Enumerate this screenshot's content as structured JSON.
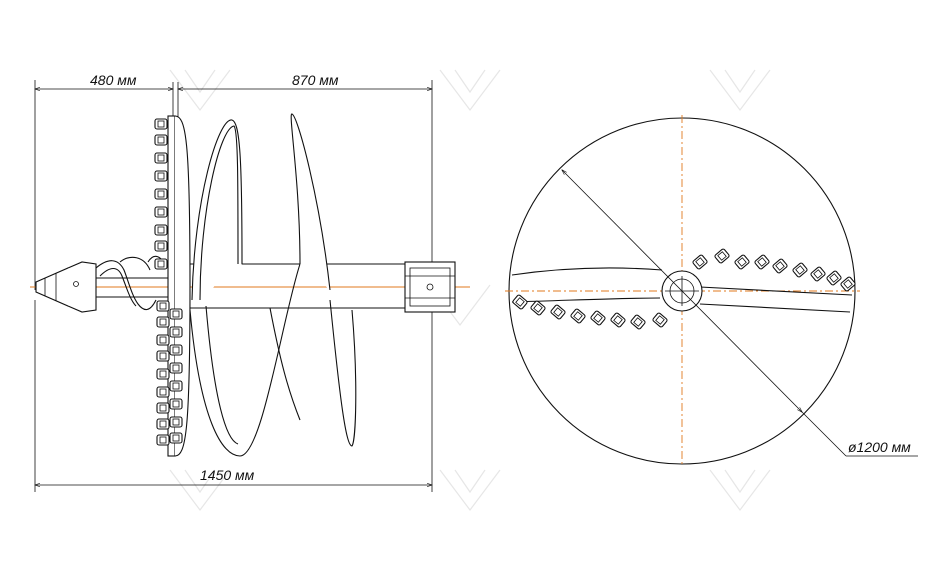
{
  "drawing": {
    "dim_left_width": "480 мм",
    "dim_right_width": "870 мм",
    "dim_total_length": "1450 мм",
    "dim_diameter": "ø1200 мм",
    "colors": {
      "line": "#111111",
      "axis": "#e07a1e",
      "background": "#ffffff",
      "watermark": "#d6d6d6"
    }
  }
}
